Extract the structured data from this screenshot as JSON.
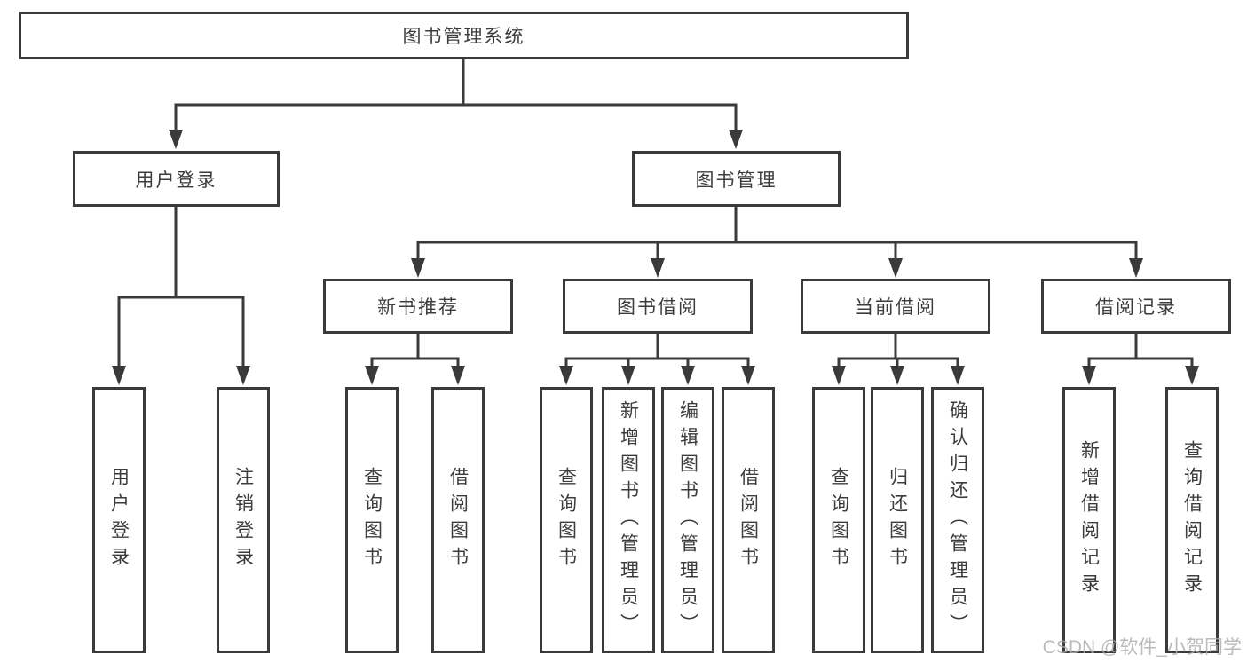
{
  "tree": {
    "root": {
      "label": "图书管理系统"
    },
    "children": [
      {
        "label": "用户登录",
        "children": [
          {
            "label": "用户登录"
          },
          {
            "label": "注销登录"
          }
        ]
      },
      {
        "label": "图书管理",
        "children": [
          {
            "label": "新书推荐",
            "children": [
              {
                "label": "查询图书"
              },
              {
                "label": "借阅图书"
              }
            ]
          },
          {
            "label": "图书借阅",
            "children": [
              {
                "label": "查询图书"
              },
              {
                "label": "新增图书（管理员）"
              },
              {
                "label": "编辑图书（管理员）"
              },
              {
                "label": "借阅图书"
              }
            ]
          },
          {
            "label": "当前借阅",
            "children": [
              {
                "label": "查询图书"
              },
              {
                "label": "归还图书"
              },
              {
                "label": "确认归还（管理员）"
              }
            ]
          },
          {
            "label": "借阅记录",
            "children": [
              {
                "label": "新增借阅记录"
              },
              {
                "label": "查询借阅记录"
              }
            ]
          }
        ]
      }
    ]
  },
  "watermark": {
    "text": "CSDN @软件_小贺同学"
  },
  "colors": {
    "line": "#3a3a3a",
    "text": "#3c3c3c",
    "background": "#ffffff",
    "watermark": "#ababab"
  }
}
